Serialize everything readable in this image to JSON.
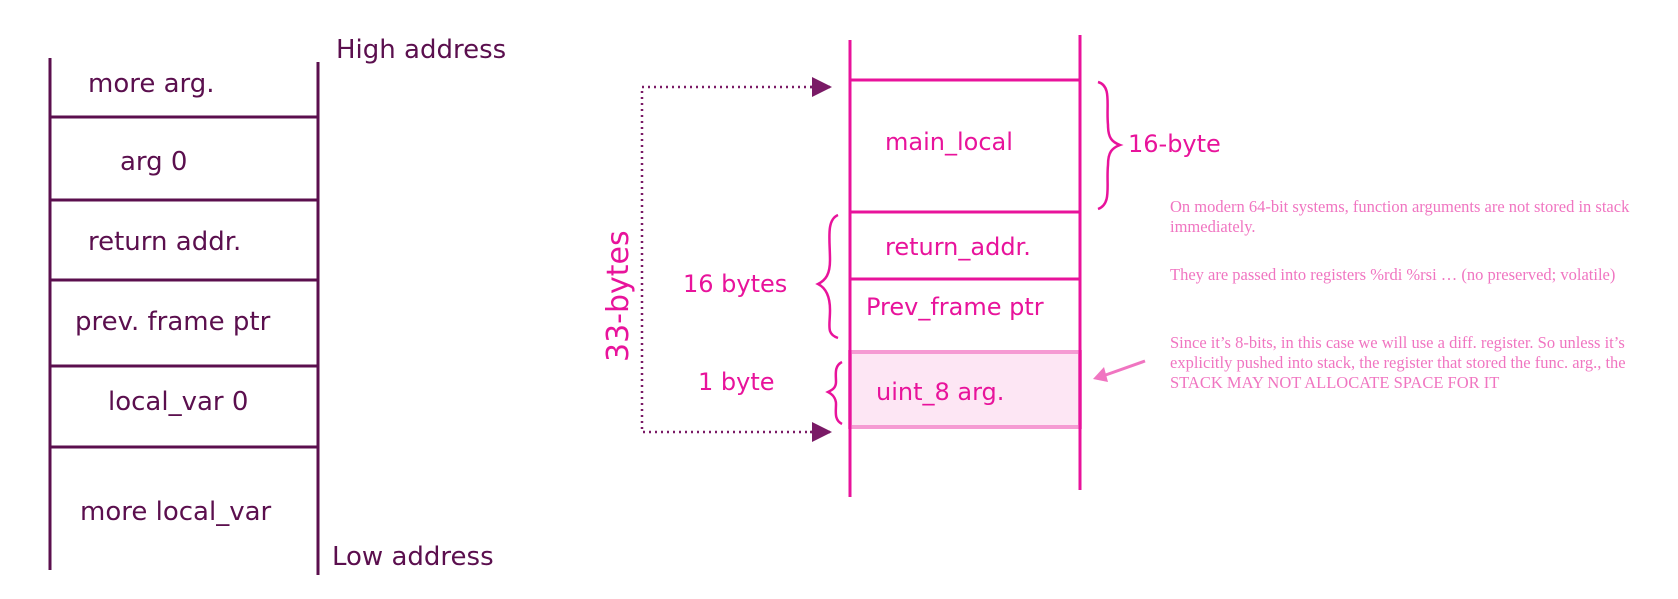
{
  "left_stack": {
    "high_label": "High address",
    "low_label": "Low address",
    "cells": [
      "more arg.",
      "arg 0",
      "return addr.",
      "prev. frame ptr",
      "local_var 0",
      "more local_var"
    ]
  },
  "right_stack": {
    "cells": [
      "main_local",
      "return_addr.",
      "Prev_frame ptr",
      "uint_8 arg."
    ],
    "total_label": "33-bytes",
    "brace_16_byte": "16-byte",
    "brace_16_bytes": "16 bytes",
    "brace_1_byte": "1 byte"
  },
  "notes": [
    "On modern 64-bit systems, function arguments are not stored in stack immediately.",
    "They are passed into registers %rdi %rsi … (no preserved; volatile)",
    "Since it’s 8-bits, in this case we will use a diff. register.  So unless it’s explicitly pushed into stack, the register that stored the func. arg., the STACK MAY NOT ALLOCATE SPACE FOR IT"
  ],
  "colors": {
    "dark": "#5b0f4e",
    "pink": "#e8139b",
    "note": "#f075c1",
    "highlight": "#fde6f4"
  }
}
